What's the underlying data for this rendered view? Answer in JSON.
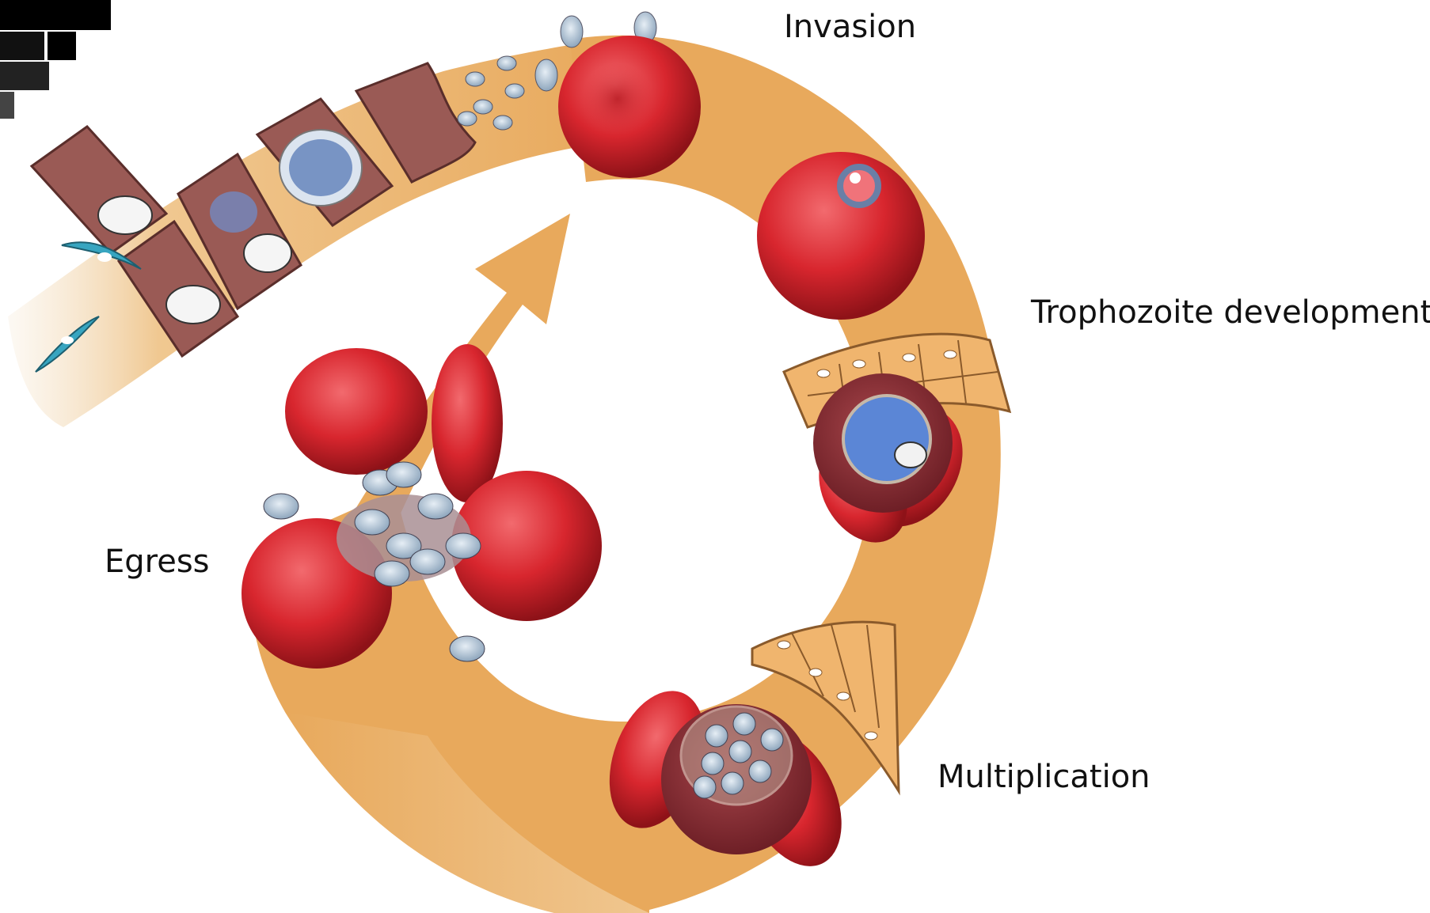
{
  "labels": {
    "invasion": "Invasion",
    "trophozoite": "Trophozoite development",
    "egress": "Egress",
    "multiplication": "Multiplication"
  },
  "colors": {
    "cycle_band": "#e8a95c",
    "red_blood_cell": "#d8262e",
    "liver_cell": "#9a5a55",
    "parasite": "#9fb4c8",
    "nucleus_blue": "#5b86d6",
    "sporozoite": "#37a5c0"
  },
  "icons": [
    "logo-blocks-icon",
    "sporozoite-icon",
    "merozoite-icon",
    "red-blood-cell-icon",
    "hepatocyte-icon",
    "endothelium-icon"
  ]
}
